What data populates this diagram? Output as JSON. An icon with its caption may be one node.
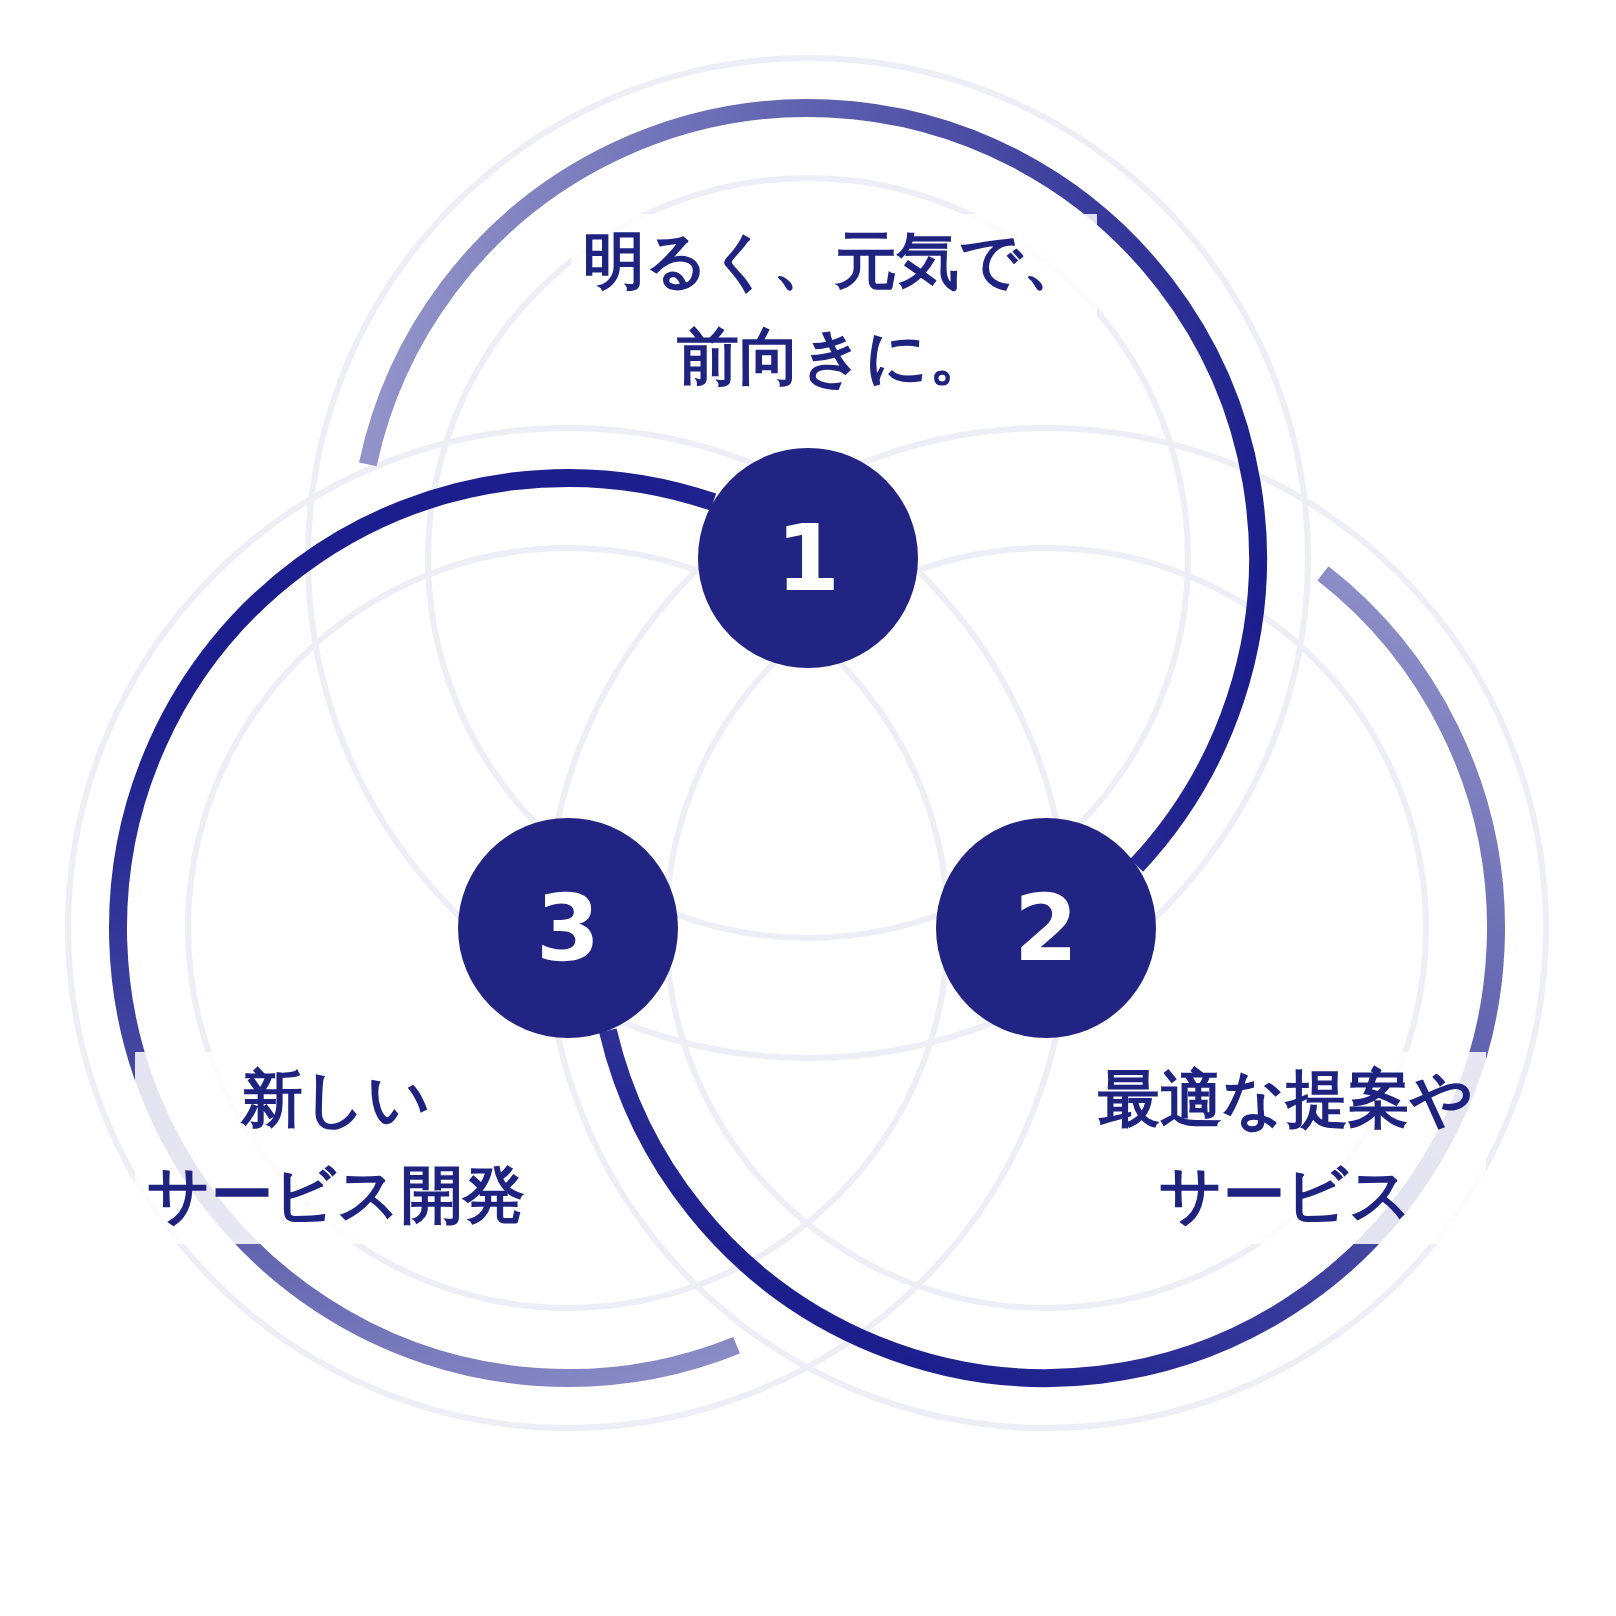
{
  "diagram": {
    "nodes": [
      {
        "text": [
          "1"
        ],
        "beside": [
          "明るく、元気で、前向きに。"
        ]
      },
      {
        "text": [
          "2"
        ],
        "beside": [
          "最適な提案やサービス"
        ]
      },
      {
        "text": [
          "3"
        ],
        "beside": [
          "新しいサービス開発"
        ]
      }
    ],
    "edges": [
      {
        "from": null,
        "to": 1,
        "arrow": "none"
      },
      {
        "from": null,
        "to": 2,
        "arrow": "none"
      },
      {
        "from": null,
        "to": 0,
        "arrow": "none"
      }
    ]
  }
}
